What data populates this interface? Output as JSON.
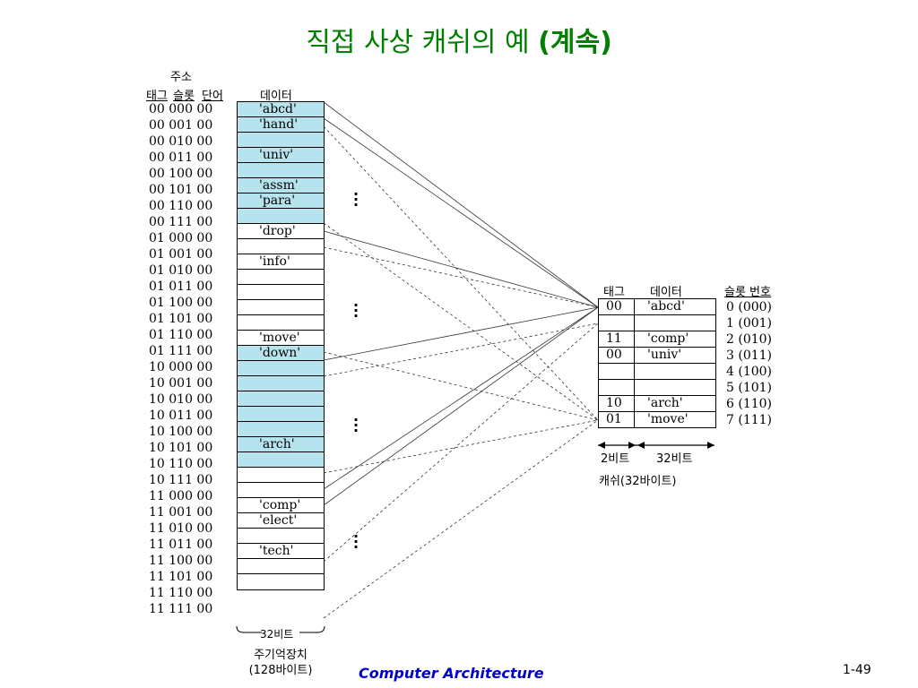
{
  "title": {
    "main": "직접 사상 캐쉬의 예 ",
    "paren": "(계속)"
  },
  "memory": {
    "header_address": "주소",
    "header_tag": "태그",
    "header_slot": "슬롯",
    "header_word": "단어",
    "header_data": "데이터",
    "rows": [
      {
        "addr": "00 000 00",
        "data": "'abcd'"
      },
      {
        "addr": "00 001 00",
        "data": "'hand'"
      },
      {
        "addr": "00 010 00",
        "data": ""
      },
      {
        "addr": "00 011 00",
        "data": "'univ'"
      },
      {
        "addr": "00 100 00",
        "data": ""
      },
      {
        "addr": "00 101 00",
        "data": "'assm'"
      },
      {
        "addr": "00 110 00",
        "data": "'para'"
      },
      {
        "addr": "00 111 00",
        "data": ""
      },
      {
        "addr": "01 000 00",
        "data": "'drop'"
      },
      {
        "addr": "01 001 00",
        "data": ""
      },
      {
        "addr": "01 010 00",
        "data": "'info'"
      },
      {
        "addr": "01 011 00",
        "data": ""
      },
      {
        "addr": "01 100 00",
        "data": ""
      },
      {
        "addr": "01 101 00",
        "data": ""
      },
      {
        "addr": "01 110 00",
        "data": ""
      },
      {
        "addr": "01 111 00",
        "data": "'move'"
      },
      {
        "addr": "10 000 00",
        "data": "'down'"
      },
      {
        "addr": "10 001 00",
        "data": ""
      },
      {
        "addr": "10 010 00",
        "data": ""
      },
      {
        "addr": "10 011 00",
        "data": ""
      },
      {
        "addr": "10 100 00",
        "data": ""
      },
      {
        "addr": "10 101 00",
        "data": ""
      },
      {
        "addr": "10 110 00",
        "data": "'arch'"
      },
      {
        "addr": "10 111 00",
        "data": ""
      },
      {
        "addr": "11 000 00",
        "data": ""
      },
      {
        "addr": "11 001 00",
        "data": ""
      },
      {
        "addr": "11 010 00",
        "data": "'comp'"
      },
      {
        "addr": "11 011 00",
        "data": "'elect'"
      },
      {
        "addr": "11 100 00",
        "data": ""
      },
      {
        "addr": "11 101 00",
        "data": "'tech'"
      },
      {
        "addr": "11 110 00",
        "data": ""
      },
      {
        "addr": "11 111 00",
        "data": ""
      }
    ],
    "width_label": "32비트",
    "caption_line1": "주기억장치",
    "caption_line2": "(128바이트)"
  },
  "cache": {
    "header_tag": "태그",
    "header_data": "데이터",
    "header_slot": "슬롯 번호",
    "rows": [
      {
        "tag": "00",
        "data": "'abcd'",
        "slot": "0 (000)"
      },
      {
        "tag": "",
        "data": "",
        "slot": "1 (001)"
      },
      {
        "tag": "11",
        "data": "'comp'",
        "slot": "2 (010)"
      },
      {
        "tag": "00",
        "data": "'univ'",
        "slot": "3 (011)"
      },
      {
        "tag": "",
        "data": "",
        "slot": "4 (100)"
      },
      {
        "tag": "",
        "data": "",
        "slot": "5 (101)"
      },
      {
        "tag": "10",
        "data": "'arch'",
        "slot": "6 (110)"
      },
      {
        "tag": "01",
        "data": "'move'",
        "slot": "7 (111)"
      }
    ],
    "tag_width_label": "2비트",
    "data_width_label": "32비트",
    "caption": "캐쉬(32바이트)"
  },
  "footer": {
    "course": "Computer Architecture",
    "page": "1-49"
  }
}
